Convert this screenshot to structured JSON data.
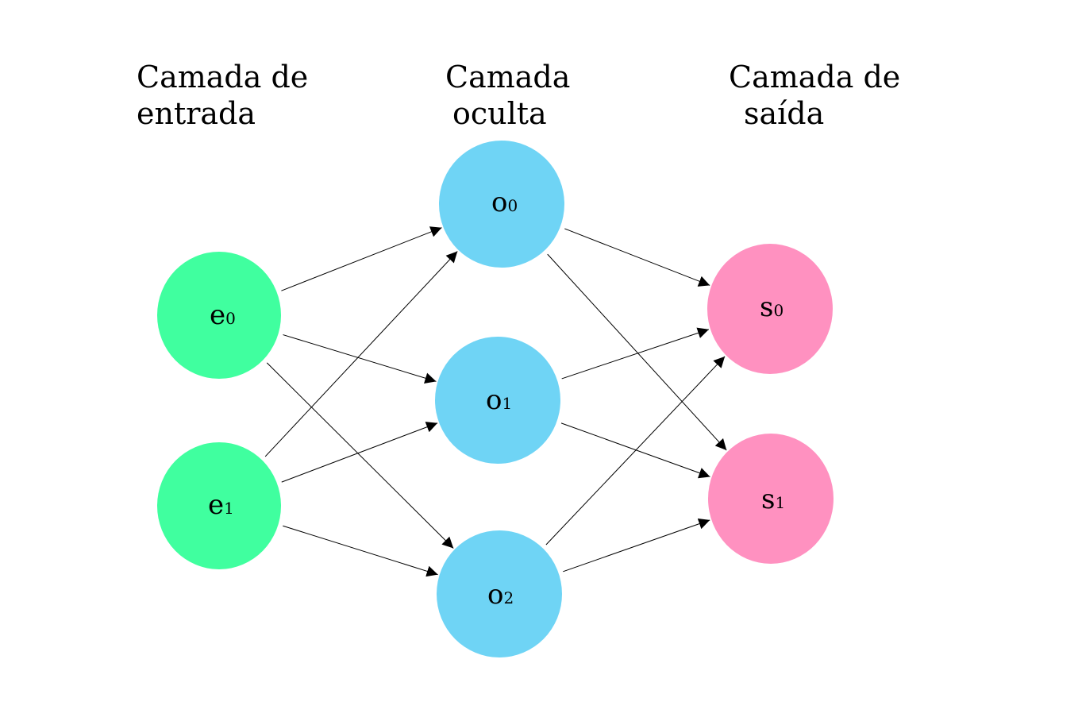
{
  "layers": [
    {
      "id": "input",
      "title_lines": [
        "Camada de",
        "entrada"
      ],
      "color": "#40ff9f",
      "nodes": [
        {
          "id": "e0",
          "letter": "e",
          "sub": "0"
        },
        {
          "id": "e1",
          "letter": "e",
          "sub": "1"
        }
      ]
    },
    {
      "id": "hidden",
      "title_lines": [
        "Camada",
        "oculta"
      ],
      "color": "#6fd4f5",
      "nodes": [
        {
          "id": "o0",
          "letter": "o",
          "sub": "0"
        },
        {
          "id": "o1",
          "letter": "o",
          "sub": "1"
        },
        {
          "id": "o2",
          "letter": "o",
          "sub": "2"
        }
      ]
    },
    {
      "id": "output",
      "title_lines": [
        "Camada de",
        "saída"
      ],
      "color": "#ff91c0",
      "nodes": [
        {
          "id": "s0",
          "letter": "s",
          "sub": "0"
        },
        {
          "id": "s1",
          "letter": "s",
          "sub": "1"
        }
      ]
    }
  ],
  "edges": [
    [
      "e0",
      "o0"
    ],
    [
      "e0",
      "o1"
    ],
    [
      "e0",
      "o2"
    ],
    [
      "e1",
      "o0"
    ],
    [
      "e1",
      "o1"
    ],
    [
      "e1",
      "o2"
    ],
    [
      "o0",
      "s0"
    ],
    [
      "o0",
      "s1"
    ],
    [
      "o1",
      "s0"
    ],
    [
      "o1",
      "s1"
    ],
    [
      "o2",
      "s0"
    ],
    [
      "o2",
      "s1"
    ]
  ]
}
